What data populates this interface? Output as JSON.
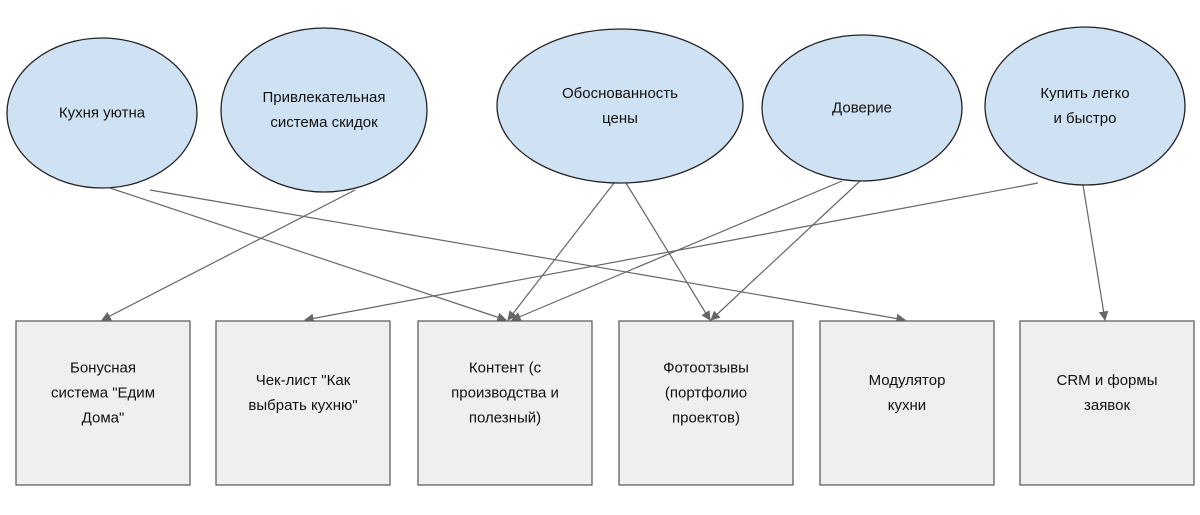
{
  "colors": {
    "ellipse_fill": "#cfe2f3",
    "ellipse_stroke": "#222222",
    "box_fill": "#efefef",
    "box_stroke": "#555555",
    "arrow": "#666666"
  },
  "goals": [
    {
      "id": "g1",
      "lines": [
        "Кухня уютна"
      ]
    },
    {
      "id": "g2",
      "lines": [
        "Привлекательная",
        "система скидок"
      ]
    },
    {
      "id": "g3",
      "lines": [
        "Обоснованность",
        "цены"
      ]
    },
    {
      "id": "g4",
      "lines": [
        "Доверие"
      ]
    },
    {
      "id": "g5",
      "lines": [
        "Купить легко",
        "и быстро"
      ]
    }
  ],
  "tools": [
    {
      "id": "t1",
      "lines": [
        "Бонусная",
        "система \"Едим",
        "Дома\""
      ]
    },
    {
      "id": "t2",
      "lines": [
        "Чек-лист \"Как",
        "выбрать кухню\""
      ]
    },
    {
      "id": "t3",
      "lines": [
        "Контент (с",
        "производства и",
        "полезный)"
      ]
    },
    {
      "id": "t4",
      "lines": [
        "Фотоотзывы",
        "(портфолио",
        "проектов)"
      ]
    },
    {
      "id": "t5",
      "lines": [
        "Модулятор",
        "кухни"
      ]
    },
    {
      "id": "t6",
      "lines": [
        "CRM и формы",
        "заявок"
      ]
    }
  ],
  "links": [
    {
      "from": "g1",
      "to": "t3"
    },
    {
      "from": "g1",
      "to": "t5"
    },
    {
      "from": "g2",
      "to": "t1"
    },
    {
      "from": "g3",
      "to": "t3"
    },
    {
      "from": "g3",
      "to": "t4"
    },
    {
      "from": "g4",
      "to": "t3"
    },
    {
      "from": "g4",
      "to": "t4"
    },
    {
      "from": "g5",
      "to": "t2"
    },
    {
      "from": "g5",
      "to": "t6"
    }
  ]
}
